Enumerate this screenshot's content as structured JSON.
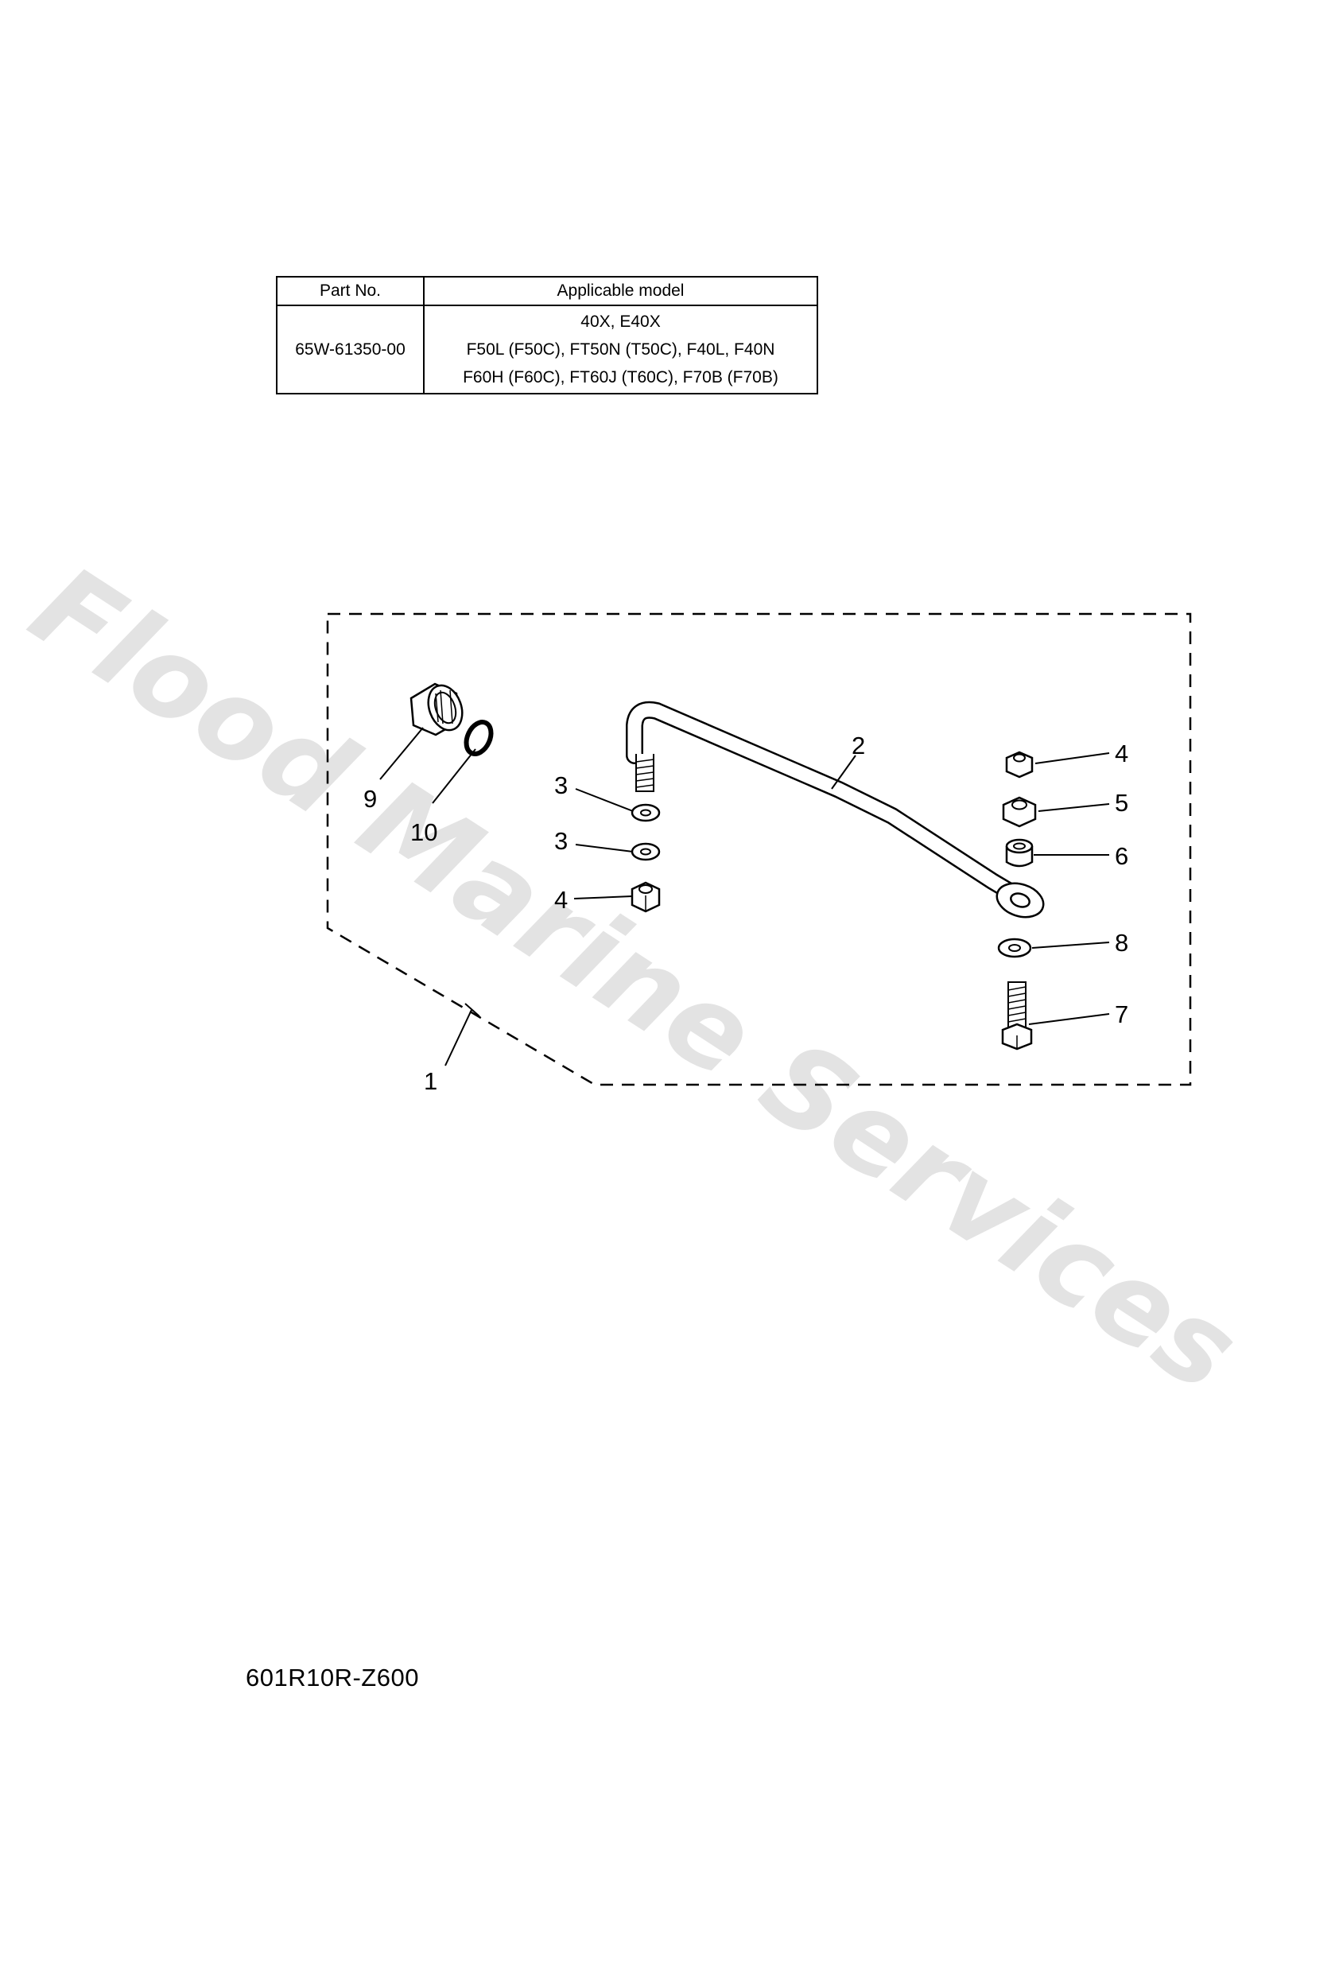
{
  "table": {
    "headers": [
      "Part No.",
      "Applicable model"
    ],
    "rows": [
      {
        "part_no": "65W-61350-00",
        "models": [
          "40X, E40X",
          "F50L (F50C), FT50N (T50C), F40L, F40N",
          "F60H (F60C), FT60J (T60C), F70B (F70B)"
        ]
      }
    ]
  },
  "watermark": "Flood Marine Services",
  "callouts": {
    "c1": "1",
    "c2": "2",
    "c3a": "3",
    "c3b": "3",
    "c4a": "4",
    "c4b": "4",
    "c5": "5",
    "c6": "6",
    "c7": "7",
    "c8": "8",
    "c9": "9",
    "c10": "10"
  },
  "icons": {
    "nut": "hex-nut-icon",
    "washer": "flat-washer-icon",
    "bolt": "bolt-icon",
    "rod": "steering-rod-icon",
    "fitting": "threaded-fitting-icon",
    "ring": "o-ring-icon"
  },
  "colors": {
    "ink": "#000000",
    "watermark": "#e3e3e3"
  },
  "footer": {
    "code": "601R10R-Z600"
  }
}
